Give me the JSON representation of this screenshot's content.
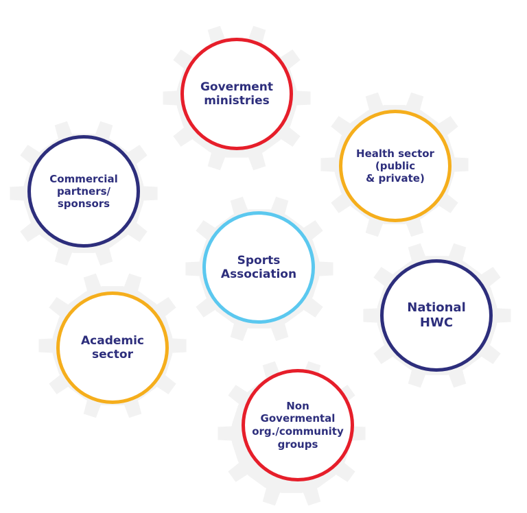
{
  "nodes": [
    {
      "id": "goverment-ministries",
      "label": "Goverment\nministries",
      "ring_color": "#e61e2a"
    },
    {
      "id": "health-sector",
      "label": "Health sector\n(public\n& private)",
      "ring_color": "#f5ae1c"
    },
    {
      "id": "commercial-partners",
      "label": "Commercial\npartners/\nsponsors",
      "ring_color": "#2d2e7c"
    },
    {
      "id": "sports-association",
      "label": "Sports\nAssociation",
      "ring_color": "#5bc8ef"
    },
    {
      "id": "national-hwc",
      "label": "National\nHWC",
      "ring_color": "#2d2e7c"
    },
    {
      "id": "academic-sector",
      "label": "Academic\nsector",
      "ring_color": "#f5ae1c"
    },
    {
      "id": "non-govermental-org",
      "label": "Non\nGovermental\norg./community\ngroups",
      "ring_color": "#e61e2a"
    }
  ],
  "colors": {
    "text": "#2d2e7c",
    "gear": "#f2f2f2",
    "background": "#ffffff"
  },
  "icons": {
    "gear": "gear-icon"
  }
}
